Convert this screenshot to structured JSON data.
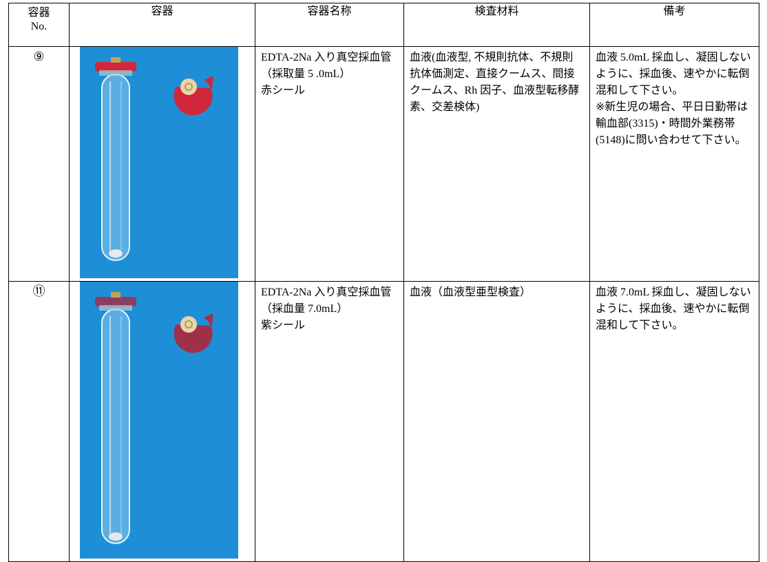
{
  "headers": {
    "container_no": "容器\nNo.",
    "container": "容器",
    "container_name": "容器名称",
    "test_material": "検査材料",
    "remarks": "備考"
  },
  "rows": [
    {
      "no": "⑨",
      "photo": "tube-red-cap-photo",
      "name": "EDTA-2Na 入り真空採血管\n（採取量 5 .0mL）\n赤シール",
      "material": "血液(血液型, 不規則抗体、不規則抗体価測定、直接クームス、間接クームス、Rh 因子、血液型転移酵素、交差検体)",
      "remarks": "血液 5.0mL 採血し、凝固しないように、採血後、速やかに転倒混和して下さい。\n※新生児の場合、平日日勤帯は輸血部(3315)・時間外業務帯(5148)に問い合わせて下さい。",
      "cap_color": "#d0283a"
    },
    {
      "no": "⑪",
      "photo": "tube-purple-cap-photo",
      "name": "EDTA-2Na 入り真空採血管\n（採血量 7.0mL）\n紫シール",
      "material": "血液（血液型亜型検査）",
      "remarks": "血液 7.0mL 採血し、凝固しないように、採血後、速やかに転倒混和して下さい。",
      "cap_color": "#a0304a"
    }
  ],
  "colors": {
    "photo_background": "#1e8fd6",
    "border": "#000000"
  }
}
